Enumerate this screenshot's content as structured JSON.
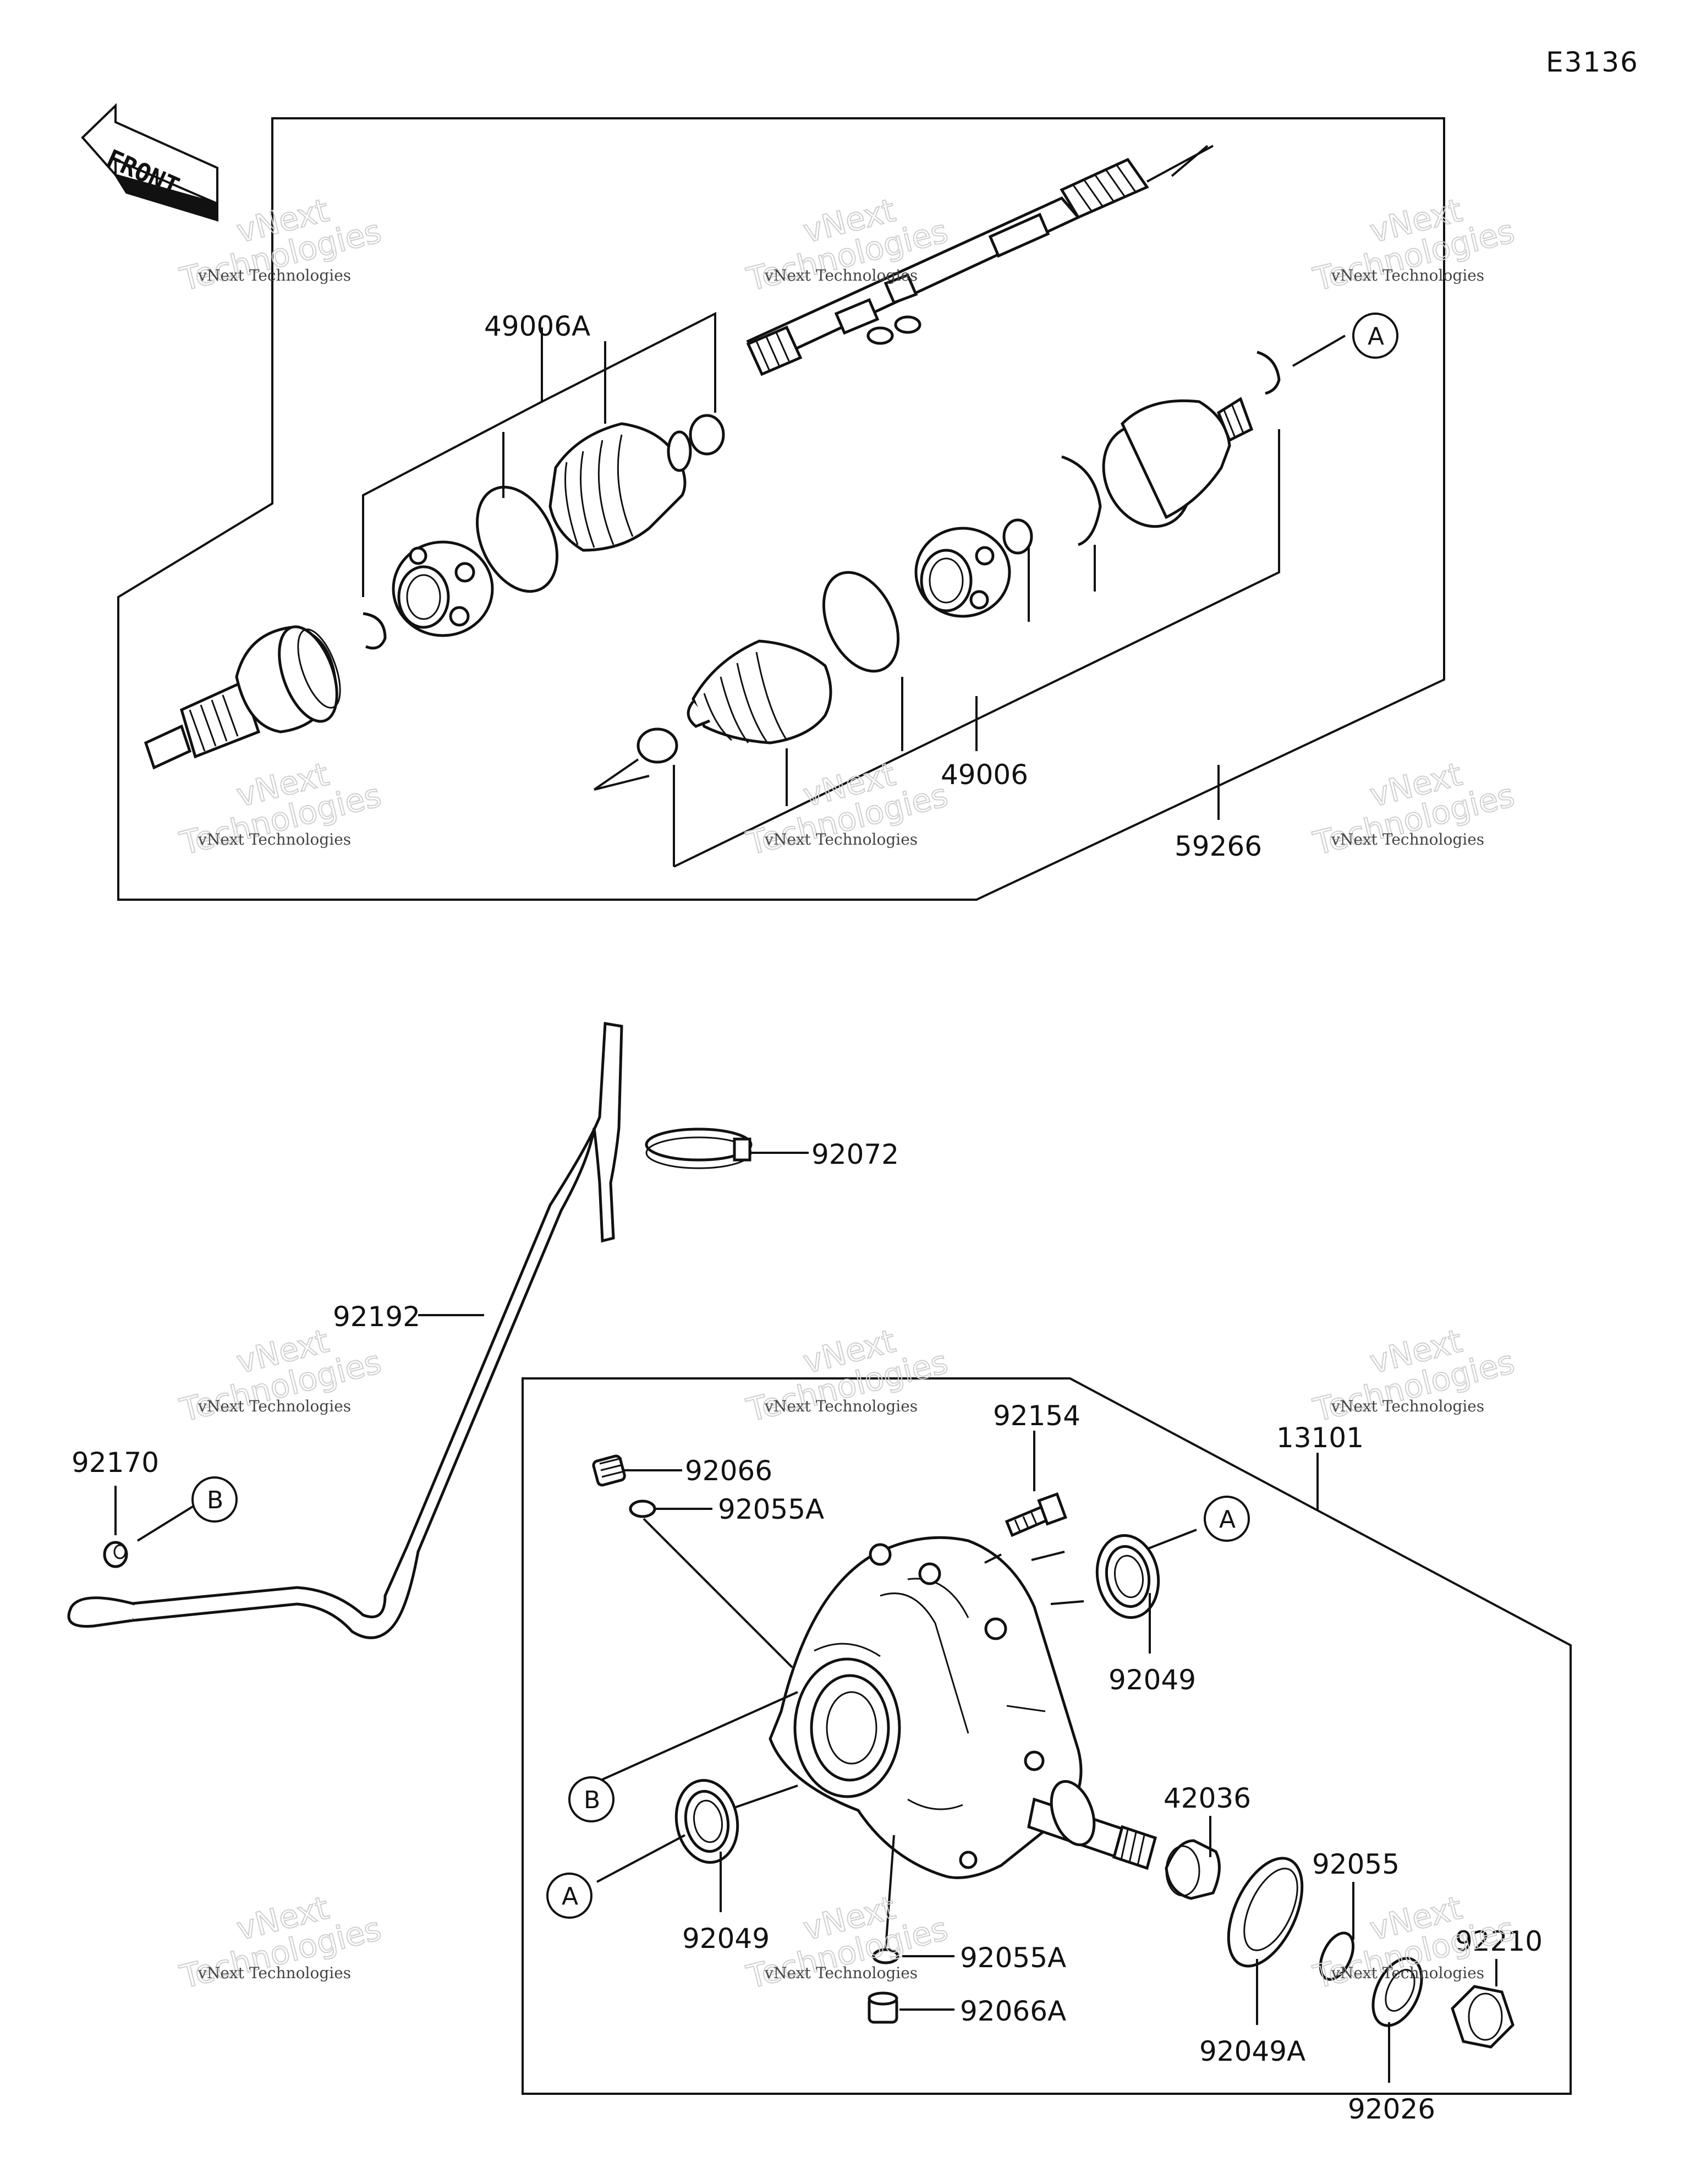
{
  "diagram_code": "E3136",
  "front_label": "FRONT",
  "watermark": {
    "line1": "vNext",
    "line2": "Technologies",
    "small": "vNext Technologies"
  },
  "refs": {
    "a": "A",
    "b": "B"
  },
  "parts": {
    "p49006A": "49006A",
    "p49006": "49006",
    "p59266": "59266",
    "p92072": "92072",
    "p92192": "92192",
    "p92170": "92170",
    "p92066": "92066",
    "p92055A_top": "92055A",
    "p92154": "92154",
    "p13101": "13101",
    "p92049_right": "92049",
    "p92049_left": "92049",
    "p42036": "42036",
    "p92055": "92055",
    "p92210": "92210",
    "p92049A": "92049A",
    "p92026": "92026",
    "p92055A_bottom": "92055A",
    "p92066A": "92066A"
  }
}
